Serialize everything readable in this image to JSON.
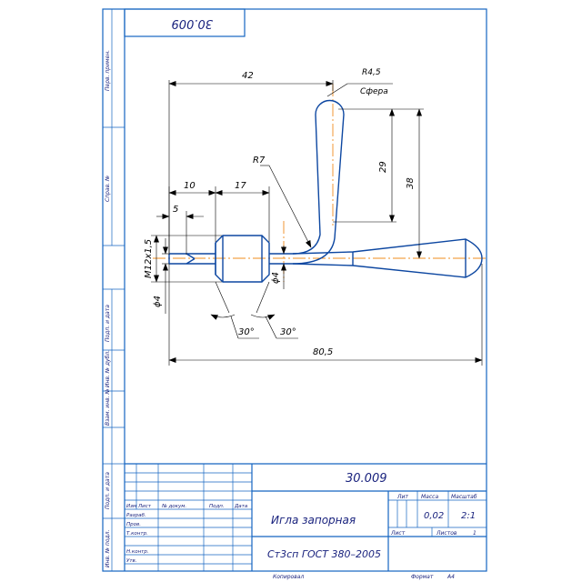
{
  "doc_number_top": "30.009",
  "doc_number": "30.009",
  "title": "Игла запорная",
  "material": "Ст3сп ГОСТ 380–2005",
  "mass": "0,02",
  "scale": "2:1",
  "sheets_label": "Листов",
  "sheets_count": "1",
  "sheet_label": "Лист",
  "stamp_header": {
    "lit": "Лит",
    "mass": "Масса",
    "scale": "Масштаб"
  },
  "change_header": {
    "izm": "Изм",
    "list": "Лист",
    "doc": "№ докум.",
    "sign": "Подп.",
    "date": "Дата"
  },
  "roles": {
    "razrab": "Разраб.",
    "prov": "Пров.",
    "tkontr": "Т.контр.",
    "nkontr": "Н.контр.",
    "utv": "Утв."
  },
  "copied_label": "Копировал",
  "format_label": "Формат",
  "format_value": "A4",
  "side_labels": {
    "perv_primen": "Перв. примен.",
    "sprav_no": "Справ. №",
    "podp_data_1": "Подп. и дата",
    "inv_dubl": "Инв. № дубл.",
    "vzam_inv": "Взам. инв. №",
    "podp_data_2": "Подп. и дата",
    "inv_podl": "Инв. № подл."
  },
  "dims": {
    "d42": "42",
    "r45": "R4,5",
    "sphere": "Сфера",
    "d29": "29",
    "d38": "38",
    "r7": "R7",
    "d10": "10",
    "d17": "17",
    "d5": "5",
    "thread": "M12x1,5",
    "phi4_left": "ϕ4",
    "phi4_mid": "ϕ4",
    "ang30_a": "30°",
    "ang30_b": "30°",
    "d805": "80,5"
  }
}
